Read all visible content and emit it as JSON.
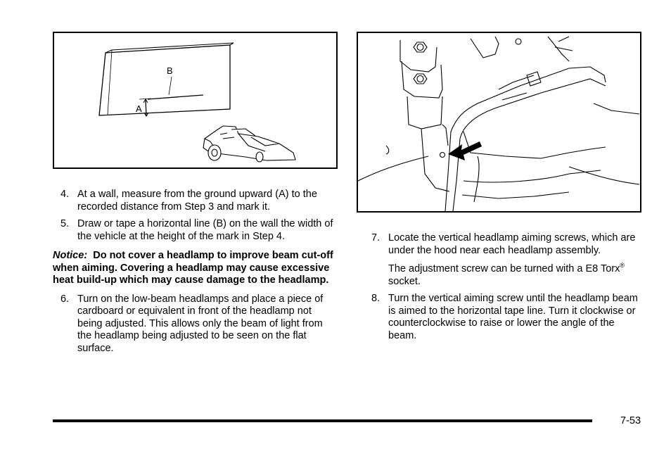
{
  "figure_left": {
    "label_a": "A",
    "label_b": "B"
  },
  "figure_right": {},
  "left_column": {
    "step4": {
      "number": "4.",
      "text": "At a wall, measure from the ground upward (A) to the recorded distance from Step 3 and mark it."
    },
    "step5": {
      "number": "5.",
      "text": "Draw or tape a horizontal line (B) on the wall the width of the vehicle at the height of the mark in Step 4."
    },
    "notice": {
      "label": "Notice:",
      "text": "Do not cover a headlamp to improve beam cut-off when aiming. Covering a headlamp may cause excessive heat build-up which may cause damage to the headlamp."
    },
    "step6": {
      "number": "6.",
      "text": "Turn on the low-beam headlamps and place a piece of cardboard or equivalent in front of the headlamp not being adjusted. This allows only the beam of light from the headlamp being adjusted to be seen on the flat surface."
    }
  },
  "right_column": {
    "step7": {
      "number": "7.",
      "text": "Locate the vertical headlamp aiming screws, which are under the hood near each headlamp assembly."
    },
    "step7_note": {
      "before": "The adjustment screw can be turned with a E8 Torx",
      "registered": "®",
      "after": " socket."
    },
    "step8": {
      "number": "8.",
      "text": "Turn the vertical aiming screw until the headlamp beam is aimed to the horizontal tape line. Turn it clockwise or counterclockwise to raise or lower the angle of the beam."
    }
  },
  "footer": {
    "page_number": "7-53"
  }
}
